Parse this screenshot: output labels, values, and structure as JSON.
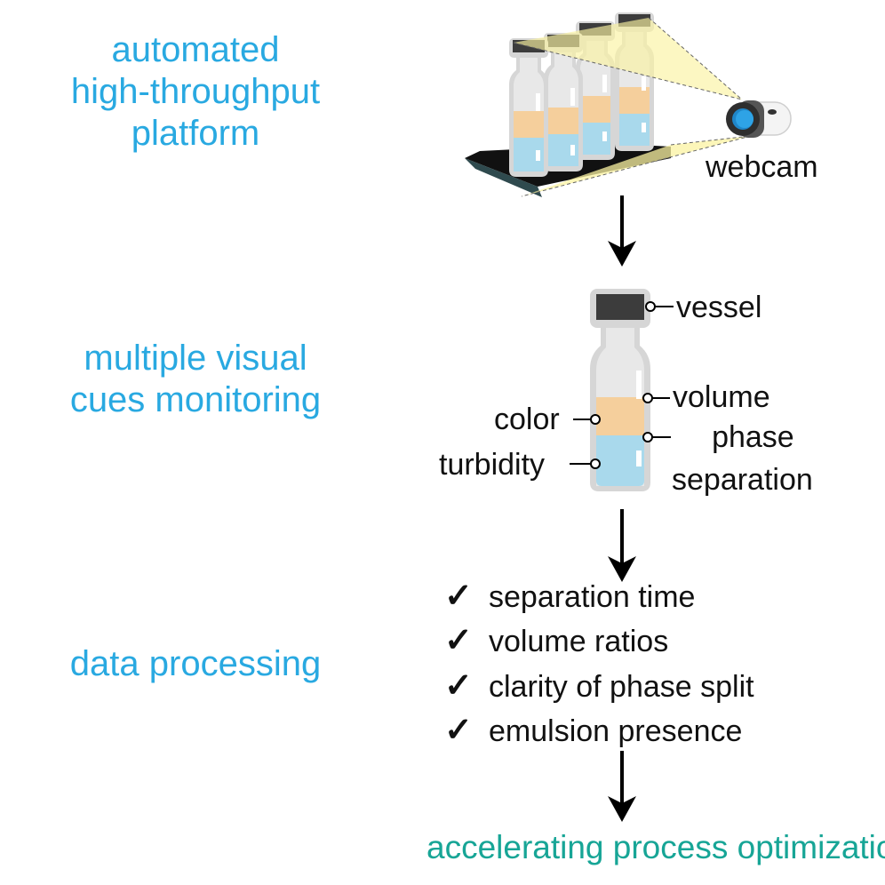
{
  "stages": [
    {
      "label_lines": [
        "automated",
        "high-throughput",
        "platform"
      ]
    },
    {
      "label_lines": [
        "multiple visual",
        "cues monitoring"
      ]
    },
    {
      "label_lines": [
        "data processing"
      ]
    }
  ],
  "platform": {
    "camera_label": "webcam",
    "vial_count": 4
  },
  "vessel_annotations": {
    "vessel": "vessel",
    "volume": "volume",
    "phase_separation_lines": [
      "phase",
      "separation"
    ],
    "color": "color",
    "turbidity": "turbidity"
  },
  "outputs": [
    "separation time",
    "volume ratios",
    "clarity of phase split",
    "emulsion presence"
  ],
  "check_icon_glyph": "✓",
  "final_outcome": "accelerating process optimization",
  "colors": {
    "stage_label": "#29a9e1",
    "final_outcome": "#17a596",
    "orange_phase": "#f5cf9c",
    "blue_phase": "#a9d9ec",
    "vial_glass": "#e8e8e8",
    "cap": "#3c3c3c",
    "light_cone": "#fbf3a2"
  }
}
